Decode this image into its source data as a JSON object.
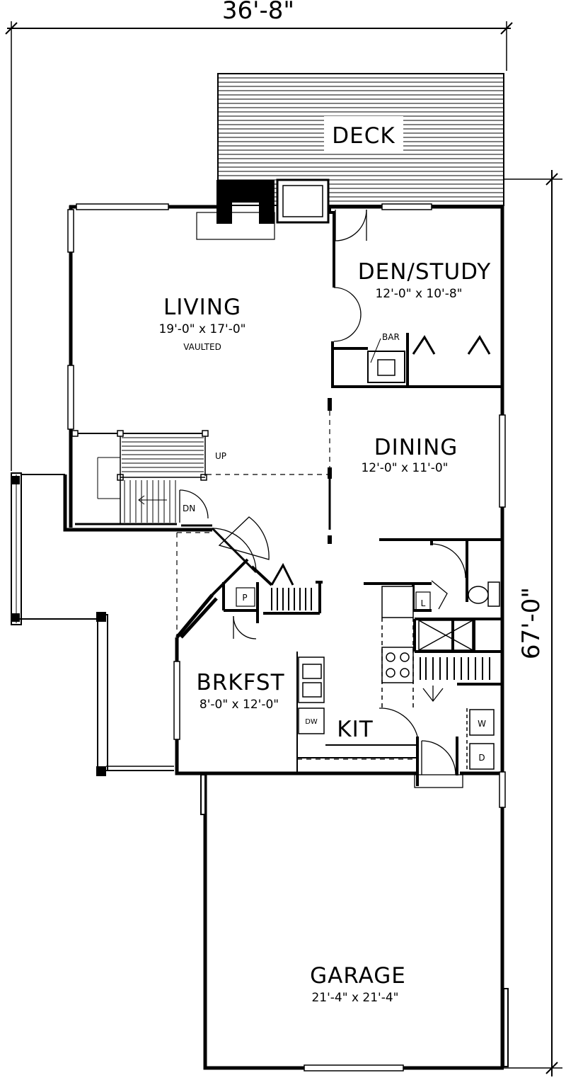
{
  "overall": {
    "width_dim": "36'-8\"",
    "depth_dim": "67'-0\""
  },
  "rooms": {
    "deck": {
      "name": "DECK"
    },
    "living": {
      "name": "LIVING",
      "size": "19'-0\" x 17'-0\"",
      "note": "VAULTED"
    },
    "den": {
      "name": "DEN/STUDY",
      "size": "12'-0\" x 10'-8\""
    },
    "dining": {
      "name": "DINING",
      "size": "12'-0\" x 11'-0\""
    },
    "brkfst": {
      "name": "BRKFST",
      "size": "8'-0\" x 12'-0\""
    },
    "kit": {
      "name": "KIT"
    },
    "garage": {
      "name": "GARAGE",
      "size": "21'-4\" x 21'-4\""
    }
  },
  "fixtures": {
    "bar": "BAR",
    "stair_up": "UP",
    "stair_dn": "DN",
    "pantry": "P",
    "dishwasher": "DW",
    "laundry": "L",
    "washer": "W",
    "dryer": "D"
  }
}
